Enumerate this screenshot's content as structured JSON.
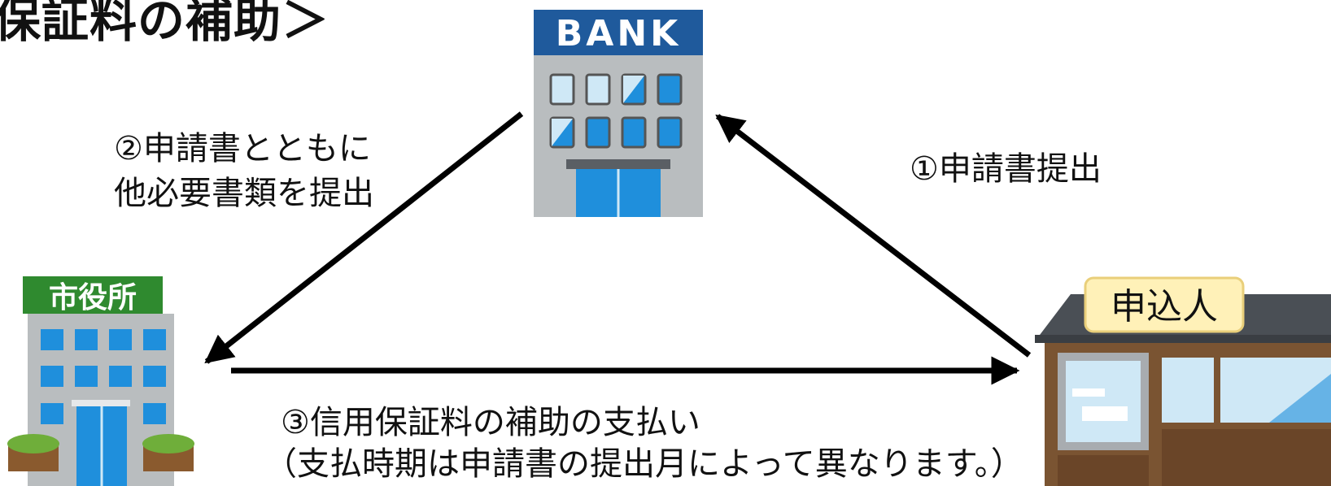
{
  "title": "保証料の補助＞",
  "bank": {
    "sign": "BANK"
  },
  "city_hall": {
    "sign": "市役所"
  },
  "applicant": {
    "sign": "申込人"
  },
  "steps": {
    "step1": "①申請書提出",
    "step2_line1": "②申請書とともに",
    "step2_line2": "他必要書類を提出",
    "step3_line1": "③信用保証料の補助の支払い",
    "step3_line2": "（支払時期は申請書の提出月によって異なります。）"
  },
  "colors": {
    "bank_header": "#1f5a9c",
    "city_sign": "#2f8a2f",
    "building_gray": "#b9bdbf",
    "window_blue": "#1f8fdc",
    "window_light": "#cfe8f6",
    "shop_wood": "#7a5432",
    "shop_roof": "#4a4f55",
    "sign_cream": "#fff1b8",
    "arrow": "#000000"
  }
}
